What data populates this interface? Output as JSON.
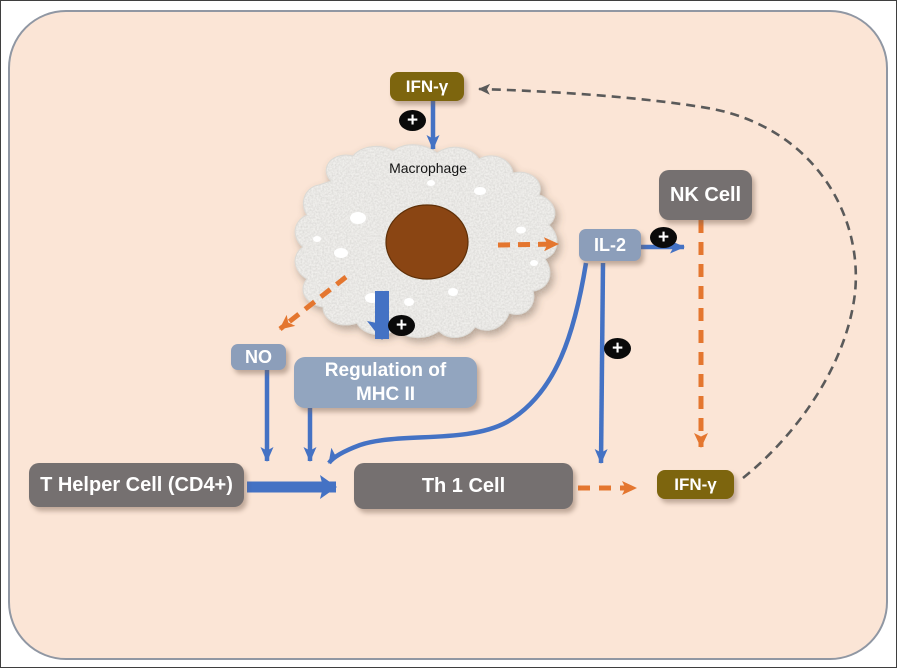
{
  "canvas": {
    "panel_fill": "#fbe5d6",
    "panel_border": "#9097a3"
  },
  "colors": {
    "activation_blue": "#4472c4",
    "secretion_orange": "#e4762f",
    "feedback_gray": "#5a5a5a",
    "cell_gray": "#757070",
    "mediator_blue": "#8c9eba",
    "mhc_blue": "#92a5bf",
    "ifn_olive": "#7d650e",
    "nucleus_brown": "#8a4513",
    "cytoplasm": "#f0efec"
  },
  "nodes": {
    "ifn_gamma_top": {
      "label": "IFN-γ",
      "color": "#7d650e"
    },
    "macrophage": {
      "label": "Macrophage"
    },
    "nk_cell": {
      "label": "NK Cell",
      "color": "#757070"
    },
    "il_2": {
      "label": "IL-2",
      "color": "#8c9eba"
    },
    "no": {
      "label": "NO",
      "color": "#8c9eba"
    },
    "mhc_regulation": {
      "label": "Regulation of MHC II",
      "color": "#92a5bf"
    },
    "t_helper": {
      "label": "T Helper Cell (CD4+)",
      "color": "#757070"
    },
    "th1": {
      "label": "Th 1 Cell",
      "color": "#757070"
    },
    "ifn_gamma_bottom": {
      "label": "IFN-γ",
      "color": "#7d650e"
    }
  },
  "badges": {
    "plus": "+"
  },
  "edges": [
    {
      "from": "IFN-γ (top)",
      "to": "Macrophage",
      "style": "solid-blue",
      "sign": "+"
    },
    {
      "from": "Macrophage",
      "to": "IL-2",
      "style": "dashed-orange"
    },
    {
      "from": "Macrophage",
      "to": "NO",
      "style": "dashed-orange"
    },
    {
      "from": "Macrophage",
      "to": "Regulation of MHC II",
      "style": "solid-blue-thick",
      "sign": "+"
    },
    {
      "from": "NO",
      "to": "T Helper Cell (CD4+) → Th 1 Cell",
      "style": "solid-blue"
    },
    {
      "from": "Regulation of MHC II",
      "to": "T Helper Cell (CD4+) → Th 1 Cell",
      "style": "solid-blue"
    },
    {
      "from": "IL-2",
      "to": "T Helper Cell (CD4+) → Th 1 Cell",
      "style": "solid-blue-curved"
    },
    {
      "from": "IL-2",
      "to": "Th 1 Cell → IFN-γ",
      "style": "solid-blue",
      "sign": "+"
    },
    {
      "from": "IL-2",
      "to": "NK Cell",
      "style": "solid-blue",
      "sign": "+"
    },
    {
      "from": "NK Cell",
      "to": "IFN-γ (bottom)",
      "style": "dashed-orange"
    },
    {
      "from": "Th 1 Cell",
      "to": "IFN-γ (bottom)",
      "style": "dashed-orange"
    },
    {
      "from": "IFN-γ (bottom)",
      "to": "IFN-γ (top)",
      "style": "dashed-gray-feedback"
    }
  ]
}
